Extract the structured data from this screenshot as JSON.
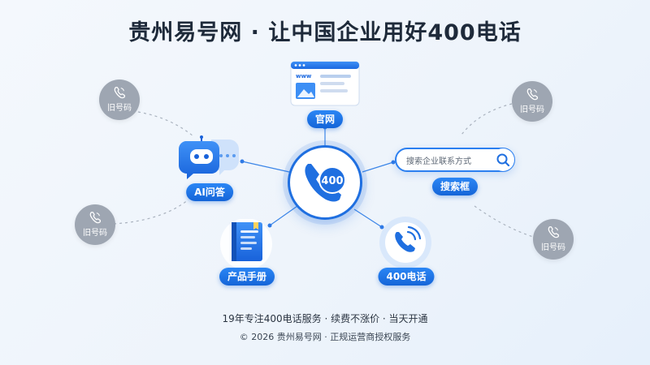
{
  "header": {
    "title": "贵州易号网 · 让中国企业用好400电话"
  },
  "center": {
    "badge": "400",
    "icon": "phone-400-icon"
  },
  "nodes": {
    "website": {
      "label": "官网",
      "icon": "browser-window-icon",
      "url_text": "www"
    },
    "ai": {
      "label": "AI问答",
      "icon": "robot-chat-icon"
    },
    "search": {
      "label": "搜索框",
      "placeholder": "搜索企业联系方式",
      "icon": "search-icon"
    },
    "manual": {
      "label": "产品手册",
      "icon": "product-manual-icon"
    },
    "phone": {
      "label": "400电话",
      "icon": "phone-ringing-icon"
    }
  },
  "old_numbers": [
    {
      "label": "旧号码",
      "icon": "phone-icon"
    },
    {
      "label": "旧号码",
      "icon": "phone-icon"
    },
    {
      "label": "旧号码",
      "icon": "phone-icon"
    },
    {
      "label": "旧号码",
      "icon": "phone-icon"
    }
  ],
  "footer": {
    "line1": "19年专注400电话服务 · 续费不涨价 · 当天开通",
    "line2": "© 2026 贵州易号网 · 正规运营商授权服务"
  },
  "colors": {
    "accent": "#1f6fe0",
    "accent_light": "#2b86f5",
    "old_number_gray": "#9ea6b2",
    "title": "#1e2a3a"
  }
}
